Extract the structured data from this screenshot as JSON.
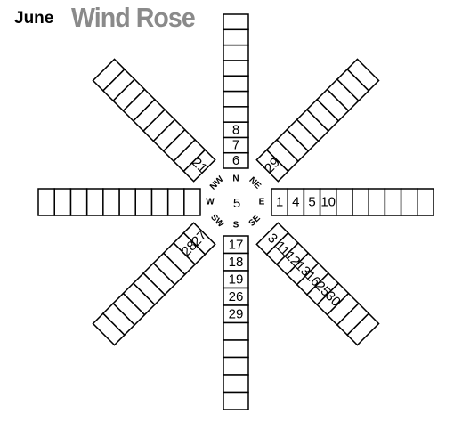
{
  "header": {
    "month": "June",
    "title": "Wind Rose"
  },
  "center": {
    "calm_days": "5"
  },
  "arms": [
    {
      "dir": "N",
      "days": [
        "6",
        "7",
        "8"
      ]
    },
    {
      "dir": "NE",
      "days": [
        "29"
      ]
    },
    {
      "dir": "E",
      "days": [
        "1",
        "4",
        "5",
        "10"
      ]
    },
    {
      "dir": "SE",
      "days": [
        "3",
        "11",
        "12",
        "13",
        "16",
        "25",
        "30"
      ]
    },
    {
      "dir": "S",
      "days": [
        "17",
        "18",
        "19",
        "26",
        "29"
      ]
    },
    {
      "dir": "SW",
      "days": [
        "27",
        "28"
      ]
    },
    {
      "dir": "W",
      "days": []
    },
    {
      "dir": "NW",
      "days": [
        "21"
      ]
    }
  ]
}
